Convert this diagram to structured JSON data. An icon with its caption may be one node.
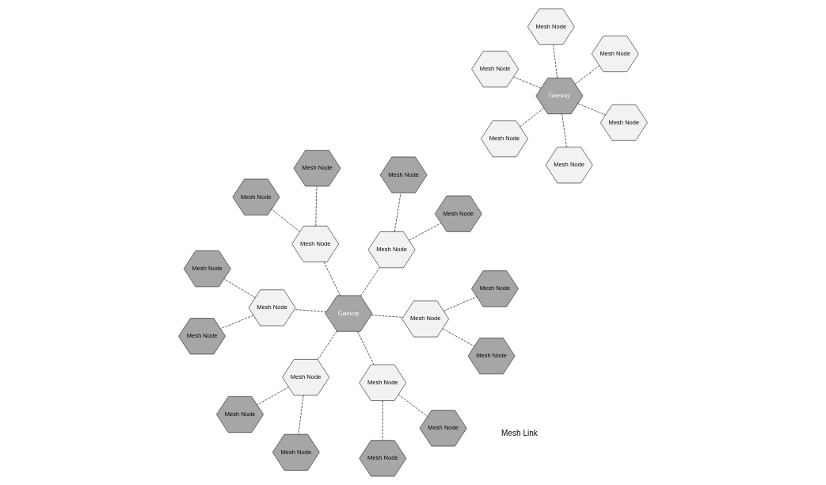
{
  "diagram": {
    "nodes": [
      {
        "text": [
          "Mesh Node"
        ]
      },
      {
        "text": [
          "Mesh Node"
        ]
      },
      {
        "text": [
          "Mesh Node"
        ]
      },
      {
        "text": [
          "Gateway"
        ]
      },
      {
        "text": [
          "Mesh Node"
        ]
      },
      {
        "text": [
          "Mesh Node"
        ]
      },
      {
        "text": [
          "Mesh Node"
        ]
      },
      {
        "text": [
          "Mesh Node"
        ]
      },
      {
        "text": [
          "Mesh Node"
        ]
      },
      {
        "text": [
          "Mesh Node"
        ]
      },
      {
        "text": [
          "Mesh Node"
        ]
      },
      {
        "text": [
          "Mesh Node"
        ]
      },
      {
        "text": [
          "Mesh Node"
        ]
      },
      {
        "text": [
          "Mesh Node"
        ]
      },
      {
        "text": [
          "Mesh Node"
        ]
      },
      {
        "text": [
          "Mesh Node"
        ]
      },
      {
        "text": [
          "Gateway"
        ]
      },
      {
        "text": [
          "Mesh Node"
        ]
      },
      {
        "text": [
          "Mesh Node"
        ]
      },
      {
        "text": [
          "Mesh Node"
        ]
      },
      {
        "text": [
          "Mesh Node"
        ]
      },
      {
        "text": [
          "Mesh Node"
        ]
      },
      {
        "text": [
          "Mesh Node"
        ]
      },
      {
        "text": [
          "Mesh Node"
        ]
      },
      {
        "text": [
          "Mesh Node"
        ]
      },
      {
        "text": [
          "Mesh Node"
        ]
      }
    ],
    "edges": [
      {
        "from": 3,
        "to": 0,
        "arrow": "none",
        "style": "dashed"
      },
      {
        "from": 3,
        "to": 1,
        "arrow": "none",
        "style": "dashed"
      },
      {
        "from": 3,
        "to": 2,
        "arrow": "none",
        "style": "dashed"
      },
      {
        "from": 3,
        "to": 4,
        "arrow": "none",
        "style": "dashed"
      },
      {
        "from": 3,
        "to": 5,
        "arrow": "none",
        "style": "dashed"
      },
      {
        "from": 3,
        "to": 6,
        "arrow": "none",
        "style": "dashed"
      },
      {
        "from": 16,
        "to": 11,
        "arrow": "none",
        "style": "dashed"
      },
      {
        "from": 16,
        "to": 13,
        "arrow": "none",
        "style": "dashed"
      },
      {
        "from": 16,
        "to": 14,
        "arrow": "none",
        "style": "dashed"
      },
      {
        "from": 16,
        "to": 18,
        "arrow": "none",
        "style": "dashed"
      },
      {
        "from": 16,
        "to": 19,
        "arrow": "none",
        "style": "dashed"
      },
      {
        "from": 16,
        "to": 21,
        "arrow": "none",
        "style": "dashed"
      },
      {
        "from": 11,
        "to": 7,
        "arrow": "none",
        "style": "dashed"
      },
      {
        "from": 11,
        "to": 9,
        "arrow": "none",
        "style": "dashed"
      },
      {
        "from": 13,
        "to": 8,
        "arrow": "none",
        "style": "dashed"
      },
      {
        "from": 13,
        "to": 10,
        "arrow": "none",
        "style": "dashed"
      },
      {
        "from": 14,
        "to": 12,
        "arrow": "none",
        "style": "dashed"
      },
      {
        "from": 14,
        "to": 17,
        "arrow": "none",
        "style": "dashed"
      },
      {
        "from": 18,
        "to": 15,
        "arrow": "none",
        "style": "dashed"
      },
      {
        "from": 18,
        "to": 20,
        "arrow": "none",
        "style": "dashed"
      },
      {
        "from": 19,
        "to": 22,
        "arrow": "none",
        "style": "dashed"
      },
      {
        "from": 19,
        "to": 24,
        "arrow": "none",
        "style": "dashed"
      },
      {
        "from": 21,
        "to": 25,
        "arrow": "none",
        "style": "dashed"
      },
      {
        "from": 21,
        "to": 23,
        "arrow": "none",
        "style": "dashed"
      }
    ],
    "legend": [
      {
        "text": "Mesh Link"
      }
    ]
  }
}
